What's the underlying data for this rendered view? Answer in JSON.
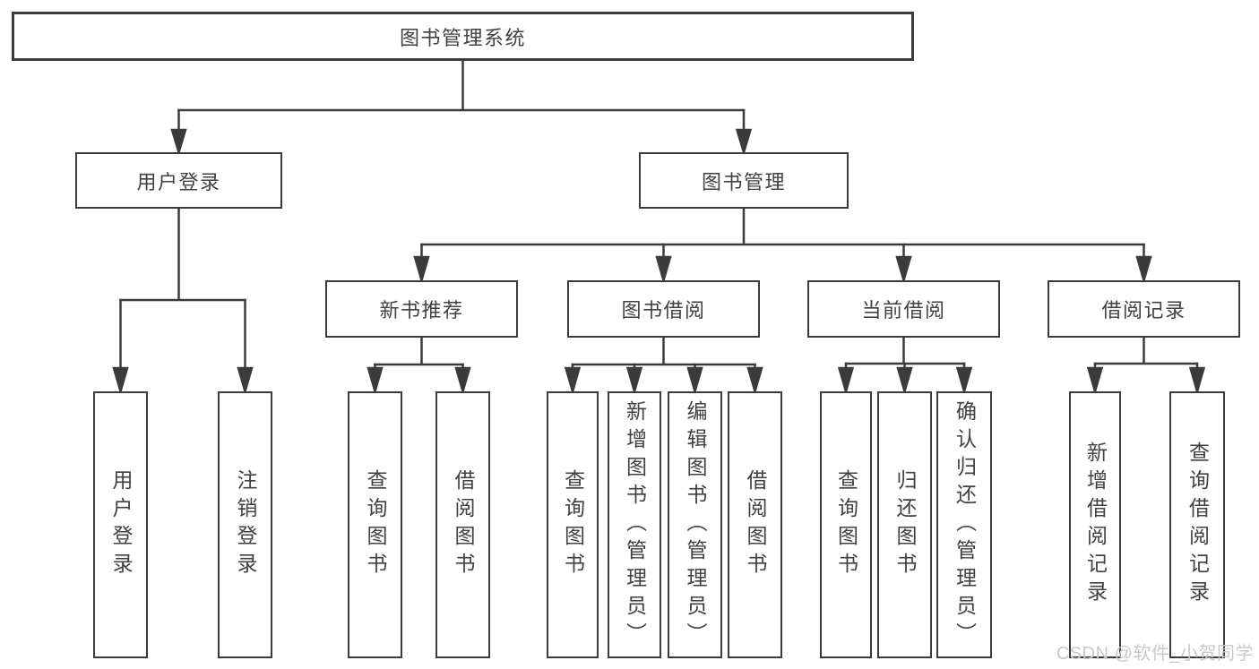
{
  "diagram": {
    "type": "hierarchy-diagram",
    "colors": {
      "line": "#3b3b3b",
      "box_border": "#3b3b3b",
      "text": "#414141",
      "background": "#ffffff",
      "watermark": "#c9c9c9"
    },
    "root": {
      "label": "图书管理系统"
    },
    "level2": [
      {
        "label": "用户登录"
      },
      {
        "label": "图书管理"
      }
    ],
    "level3": [
      {
        "label": "新书推荐",
        "parent": "图书管理"
      },
      {
        "label": "图书借阅",
        "parent": "图书管理"
      },
      {
        "label": "当前借阅",
        "parent": "图书管理"
      },
      {
        "label": "借阅记录",
        "parent": "图书管理"
      }
    ],
    "level4": [
      {
        "label": "用户登录",
        "parent": "用户登录"
      },
      {
        "label": "注销登录",
        "parent": "用户登录"
      },
      {
        "label": "查询图书",
        "parent": "新书推荐"
      },
      {
        "label": "借阅图书",
        "parent": "新书推荐"
      },
      {
        "label": "查询图书",
        "parent": "图书借阅"
      },
      {
        "label": "新增图书（管理员）",
        "parent": "图书借阅"
      },
      {
        "label": "编辑图书（管理员）",
        "parent": "图书借阅"
      },
      {
        "label": "借阅图书",
        "parent": "图书借阅"
      },
      {
        "label": "查询图书",
        "parent": "当前借阅"
      },
      {
        "label": "归还图书",
        "parent": "当前借阅"
      },
      {
        "label": "确认归还（管理员）",
        "parent": "当前借阅"
      },
      {
        "label": "新增借阅记录",
        "parent": "借阅记录"
      },
      {
        "label": "查询借阅记录",
        "parent": "借阅记录"
      }
    ],
    "watermark": "CSDN @软件_小贺同学"
  }
}
